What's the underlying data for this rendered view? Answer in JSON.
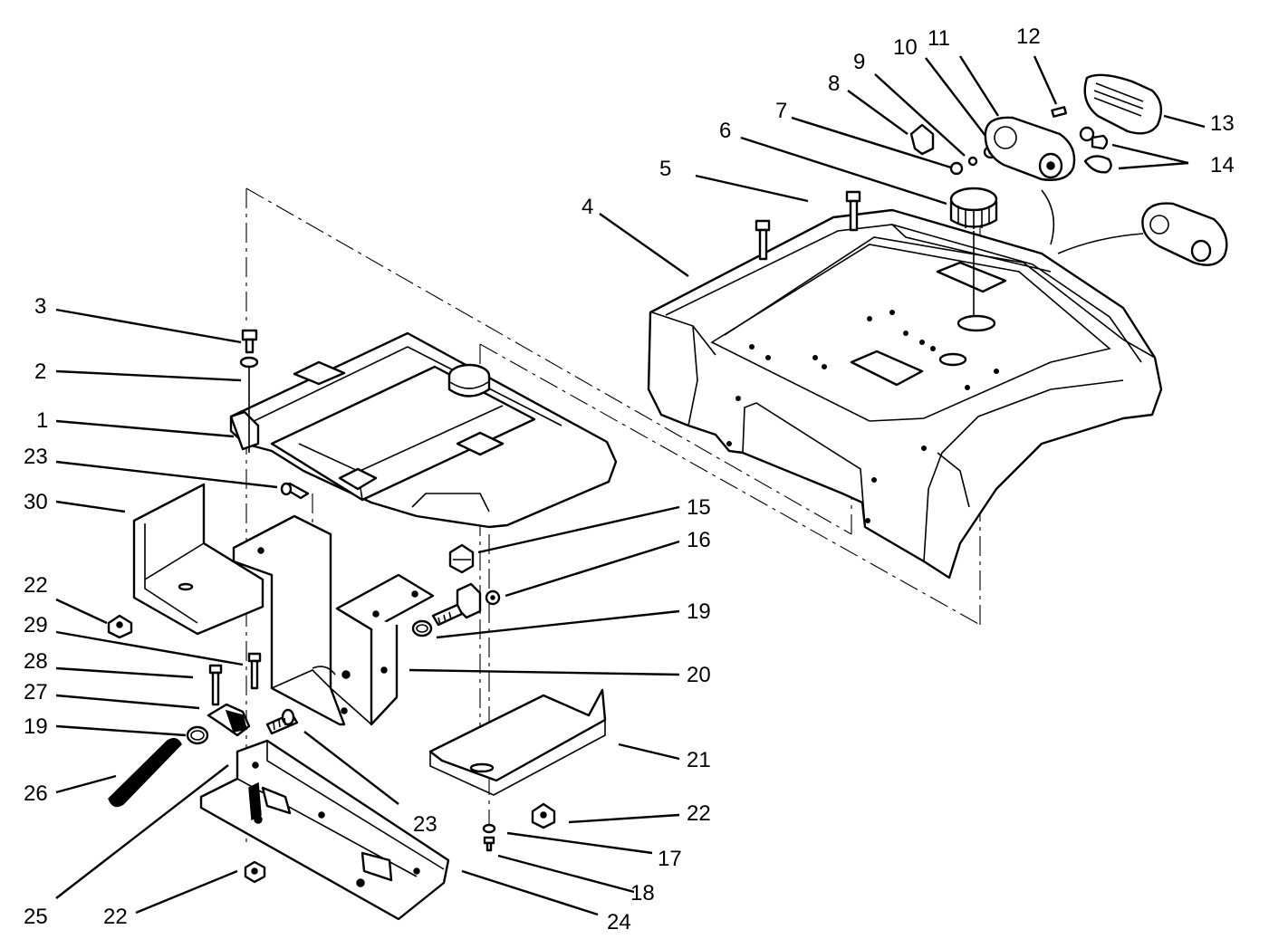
{
  "callouts": [
    {
      "id": "c1",
      "label": "1"
    },
    {
      "id": "c2",
      "label": "2"
    },
    {
      "id": "c3",
      "label": "3"
    },
    {
      "id": "c4",
      "label": "4"
    },
    {
      "id": "c5",
      "label": "5"
    },
    {
      "id": "c6",
      "label": "6"
    },
    {
      "id": "c7",
      "label": "7"
    },
    {
      "id": "c8",
      "label": "8"
    },
    {
      "id": "c9",
      "label": "9"
    },
    {
      "id": "c10",
      "label": "10"
    },
    {
      "id": "c11",
      "label": "11"
    },
    {
      "id": "c12",
      "label": "12"
    },
    {
      "id": "c13",
      "label": "13"
    },
    {
      "id": "c14",
      "label": "14"
    },
    {
      "id": "c15",
      "label": "15"
    },
    {
      "id": "c16",
      "label": "16"
    },
    {
      "id": "c17",
      "label": "17"
    },
    {
      "id": "c18",
      "label": "18"
    },
    {
      "id": "c19a",
      "label": "19"
    },
    {
      "id": "c19b",
      "label": "19"
    },
    {
      "id": "c20",
      "label": "20"
    },
    {
      "id": "c21",
      "label": "21"
    },
    {
      "id": "c22a",
      "label": "22"
    },
    {
      "id": "c22b",
      "label": "22"
    },
    {
      "id": "c22c",
      "label": "22"
    },
    {
      "id": "c23a",
      "label": "23"
    },
    {
      "id": "c23b",
      "label": "23"
    },
    {
      "id": "c24",
      "label": "24"
    },
    {
      "id": "c25",
      "label": "25"
    },
    {
      "id": "c26",
      "label": "26"
    },
    {
      "id": "c27",
      "label": "27"
    },
    {
      "id": "c28",
      "label": "28"
    },
    {
      "id": "c29",
      "label": "29"
    },
    {
      "id": "c30",
      "label": "30"
    }
  ]
}
